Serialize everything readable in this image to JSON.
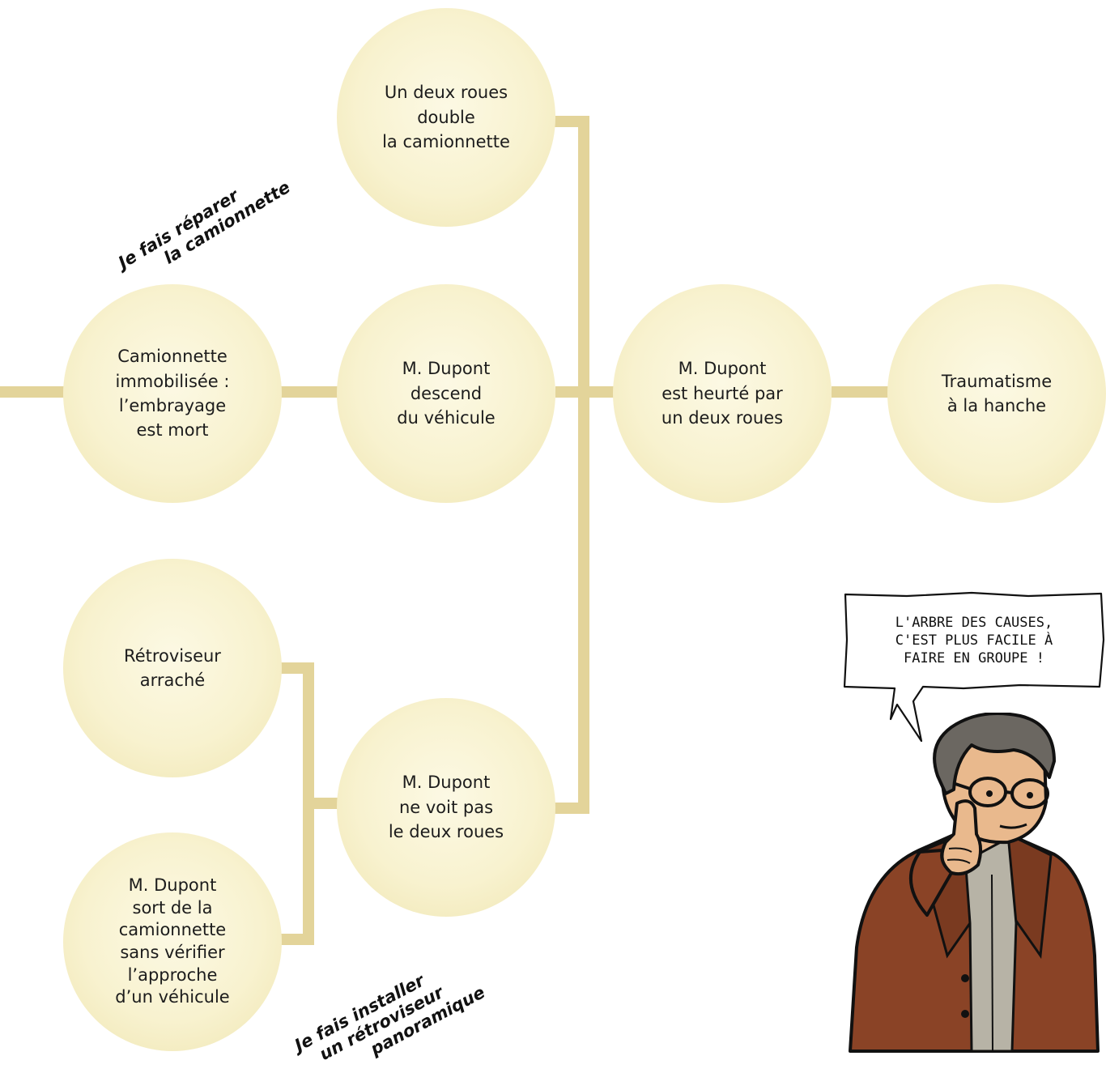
{
  "nodes": {
    "deux_roues_double": "Un deux roues\ndouble\nla camionnette",
    "camionnette_immobilisee": "Camionnette\nimmobilisée :\nl’embrayage\nest mort",
    "descend_vehicule": "M. Dupont\ndescend\ndu véhicule",
    "heurte": "M. Dupont\nest heurté par\nun deux roues",
    "traumatisme": "Traumatisme\nà la hanche",
    "retroviseur_arrache": "Rétroviseur\narraché",
    "ne_voit_pas": "M. Dupont\nne voit pas\nle deux roues",
    "sort_sans_verifier": "M. Dupont\nsort de la\ncamionnette\nsans vérifier\nl’approche\nd’un véhicule"
  },
  "measures": {
    "reparer": "Je fais réparer\n       la camionnette",
    "retroviseur": "Je fais installer\n   un rétroviseur\n           panoramique"
  },
  "speech_bubble": "L'ARBRE DES CAUSES,\nC'EST PLUS FACILE À\nFAIRE EN GROUPE !",
  "colors": {
    "node_fill": "#f8f2cf",
    "connector": "#e3d49a",
    "jacket": "#8a4326",
    "shirt": "#b7b3a6",
    "skin": "#e9b98d",
    "hair": "#6b6761"
  }
}
